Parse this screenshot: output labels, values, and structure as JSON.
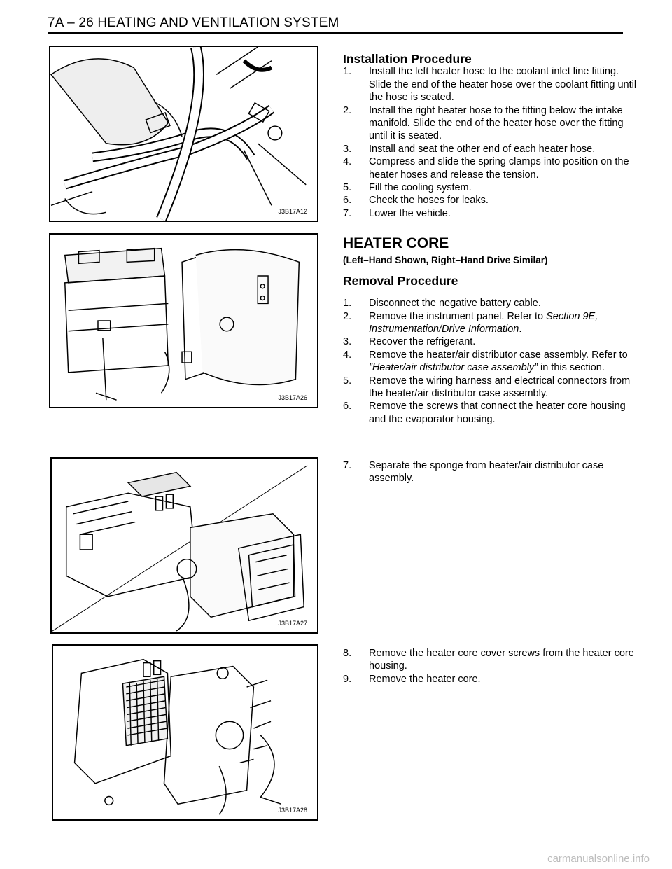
{
  "header": {
    "title": "7A – 26 HEATING AND VENTILATION SYSTEM"
  },
  "figures": {
    "fig1": {
      "label": "J3B17A12"
    },
    "fig2": {
      "label": "J3B17A26"
    },
    "fig3": {
      "label": "J3B17A27"
    },
    "fig4": {
      "label": "J3B17A28"
    }
  },
  "installation": {
    "heading": "Installation Procedure",
    "steps": [
      {
        "num": "1.",
        "text": "Install the left heater hose to the coolant inlet line fitting. Slide the end of the heater hose over the coolant fitting until the hose is seated."
      },
      {
        "num": "2.",
        "text": "Install the right heater hose to the fitting below the intake manifold. Slide the end of the heater hose over the fitting until it is seated."
      },
      {
        "num": "3.",
        "text": "Install and seat the other end of each heater hose."
      },
      {
        "num": "4.",
        "text": "Compress and slide the spring clamps into position on the heater hoses and release the tension."
      },
      {
        "num": "5.",
        "text": "Fill the cooling system."
      },
      {
        "num": "6.",
        "text": "Check the hoses for leaks."
      },
      {
        "num": "7.",
        "text": "Lower the vehicle."
      }
    ]
  },
  "heater_core": {
    "heading": "HEATER CORE",
    "subnote": "(Left–Hand Shown, Right–Hand Drive Similar)",
    "removal_heading": "Removal Procedure",
    "steps": [
      {
        "num": "1.",
        "text": "Disconnect the negative battery cable."
      },
      {
        "num": "2.",
        "pre": "Remove the instrument panel. Refer to ",
        "ref": "Section 9E, Instrumentation/Drive Information",
        "post": "."
      },
      {
        "num": "3.",
        "text": "Recover the refrigerant."
      },
      {
        "num": "4.",
        "pre": "Remove the heater/air distributor case assembly. Refer to ",
        "ref": "”Heater/air distributor case assembly”",
        "post": " in this section."
      },
      {
        "num": "5.",
        "text": "Remove the wiring harness and electrical connectors from the heater/air distributor case assembly."
      },
      {
        "num": "6.",
        "text": "Remove the screws that connect the heater core housing and the evaporator housing."
      }
    ],
    "step7": {
      "num": "7.",
      "text": "Separate the sponge from heater/air distributor case assembly."
    },
    "steps_final": [
      {
        "num": "8.",
        "text": "Remove the heater core cover screws from the heater core housing."
      },
      {
        "num": "9.",
        "text": "Remove the heater core."
      }
    ]
  },
  "watermark": "carmanualsonline.info"
}
